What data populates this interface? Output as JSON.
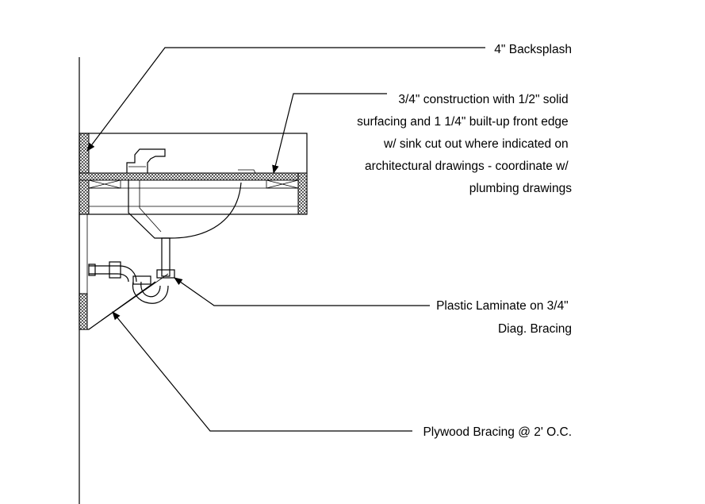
{
  "drawing": {
    "callouts": {
      "backsplash": {
        "lines": [
          "4\" Backsplash"
        ]
      },
      "countertop": {
        "lines": [
          "3/4\" construction with 1/2\" solid",
          "surfacing and 1 1/4\" built-up front edge",
          "w/ sink cut out where indicated on",
          "architectural drawings - coordinate w/",
          "plumbing drawings"
        ]
      },
      "laminate": {
        "lines": [
          "Plastic Laminate on 3/4\"",
          "Diag. Bracing"
        ]
      },
      "bracing": {
        "lines": [
          "Plywood Bracing @ 2' O.C."
        ]
      }
    }
  }
}
